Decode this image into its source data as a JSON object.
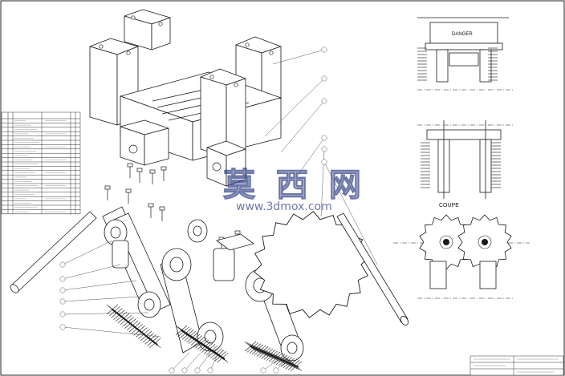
{
  "drawing": {
    "watermark_cn": "莫 西 网",
    "watermark_url": "www.3dmox.com",
    "view_label_coupe": "COUPE",
    "brand_label": "DANGER",
    "colors": {
      "line": "#1a1a1a",
      "watermark": "#1f2f7a",
      "paper": "#ffffff"
    }
  },
  "bom": {
    "row_count": 22
  }
}
